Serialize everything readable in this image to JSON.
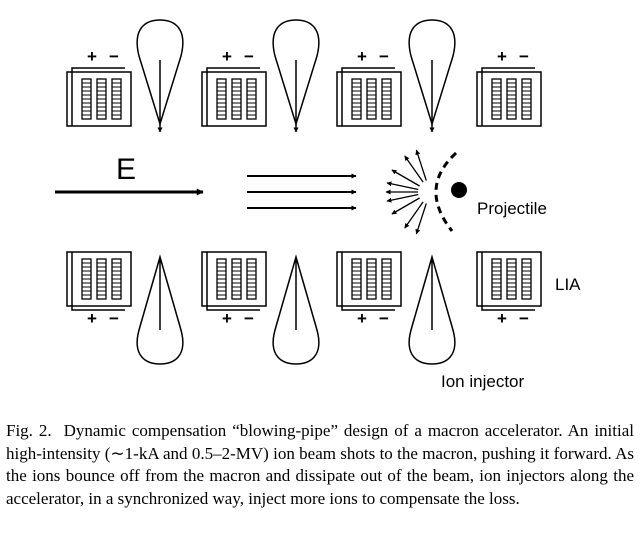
{
  "diagram": {
    "field_label": "E",
    "projectile_label": "Projectile",
    "lia_label": "LIA",
    "injector_label": "Ion injector",
    "polarity_plus": "+",
    "polarity_minus": "−"
  },
  "caption": {
    "figure_label": "Fig. 2.",
    "text": "Dynamic compensation “blowing-pipe” design of a macron accelerator. An initial high-intensity (∼1-kA and 0.5–2-MV) ion beam shots to the macron, pushing it forward. As the ions bounce off from the macron and dissipate out of the beam, ion injectors along the accelerator, in a synchronized way, inject more ions to compensate the loss."
  }
}
